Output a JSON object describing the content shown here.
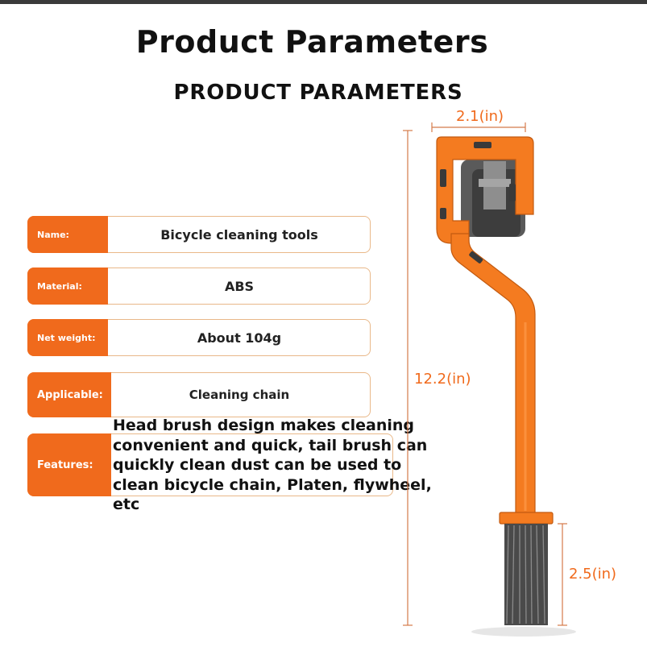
{
  "title": "Product Parameters",
  "subtitle": "PRODUCT PARAMETERS",
  "params": [
    {
      "label": "Name:",
      "value": "Bicycle cleaning tools"
    },
    {
      "label": "Material:",
      "value": "ABS"
    },
    {
      "label": "Net weight:",
      "value": "About 104g"
    },
    {
      "label": "Applicable:",
      "value": "Cleaning chain"
    },
    {
      "label": "Features:",
      "value": "Head brush design makes cleaning convenient and quick, tail brush can quickly clean dust can be used to clean bicycle chain, Platen, flywheel, etc"
    }
  ],
  "dimensions": {
    "width": "2.1(in)",
    "length": "12.2(in)",
    "tail": "2.5(in)"
  },
  "colors": {
    "accent": "#f06a1c",
    "label_border": "#e9b889",
    "tool_body": "#f47b20",
    "bristles": "#4a4a4a"
  }
}
